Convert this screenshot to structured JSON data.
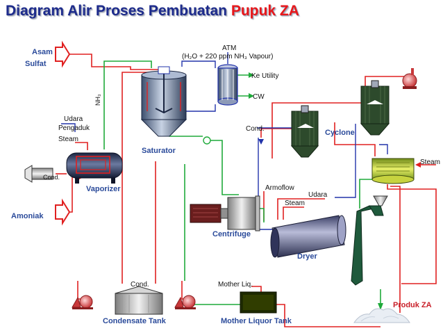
{
  "title": {
    "main": "Diagram Alir Proses Pembuatan ",
    "accent": "Pupuk ZA"
  },
  "labels": {
    "asam_sulfat_1": "Asam",
    "asam_sulfat_2": "Sulfat",
    "amoniak": "Amoniak",
    "nh3": "NH₃",
    "udara_1": "Udara",
    "pengaduk": "Pengaduk",
    "steam_vaporizer": "Steam",
    "cond_vaporizer": "Cond.",
    "vaporizer": "Vaporizer",
    "saturator": "Saturator",
    "atm": "ATM",
    "vapour": "(H₂O + 220 ppm NH₃ Vapour)",
    "ke_utility": "Ke Utility",
    "cw": "CW",
    "cond_cyclone": "Cond.",
    "cyclone": "Cyclone",
    "steam_heater": "Steam",
    "armoflow": "Armoflow",
    "udara_2": "Udara",
    "steam_dryer": "Steam",
    "centrifuge": "Centrifuge",
    "dryer": "Dryer",
    "cond_tank": "Cond.",
    "mother_liq": "Mother Liq.",
    "condensate_tank": "Condensate Tank",
    "mother_liquor_tank": "Mother Liquor Tank",
    "produk_za": "Produk ZA"
  },
  "colors": {
    "title_blue": "#1d2b8c",
    "title_red": "#e8171b",
    "line_red": "#e02020",
    "line_green": "#1faa3a",
    "line_blue": "#2233aa",
    "label_blue": "#2a4a9a",
    "label_red": "#c81e28"
  }
}
